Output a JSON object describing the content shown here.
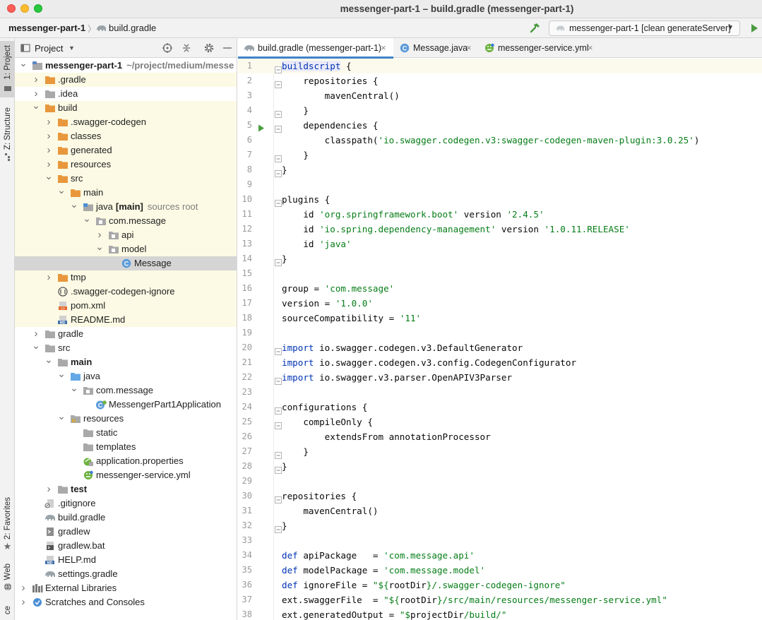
{
  "window": {
    "title": "messenger-part-1 – build.gradle (messenger-part-1)"
  },
  "navbar": {
    "project": "messenger-part-1",
    "separator": "〉",
    "file": "build.gradle",
    "run_config": "messenger-part-1 [clean generateServer]"
  },
  "left_strip": {
    "tabs": [
      "1: Project",
      "Z: Structure",
      "2: Favorites",
      "Web",
      "ce"
    ]
  },
  "project_panel": {
    "title": "Project",
    "tree": [
      {
        "depth": 0,
        "arrow": "down",
        "icon": "module",
        "label": "messenger-part-1",
        "bold": true,
        "suffix": "~/project/medium/messe",
        "excluded": false
      },
      {
        "depth": 1,
        "arrow": "right",
        "icon": "folder-orange",
        "label": ".gradle",
        "excluded": true
      },
      {
        "depth": 1,
        "arrow": "right",
        "icon": "folder-grey",
        "label": ".idea",
        "excluded": false
      },
      {
        "depth": 1,
        "arrow": "down",
        "icon": "folder-orange",
        "label": "build",
        "excluded": true
      },
      {
        "depth": 2,
        "arrow": "right",
        "icon": "folder-orange",
        "label": ".swagger-codegen",
        "excluded": true
      },
      {
        "depth": 2,
        "arrow": "right",
        "icon": "folder-orange",
        "label": "classes",
        "excluded": true
      },
      {
        "depth": 2,
        "arrow": "right",
        "icon": "folder-orange",
        "label": "generated",
        "excluded": true
      },
      {
        "depth": 2,
        "arrow": "right",
        "icon": "folder-orange",
        "label": "resources",
        "excluded": true
      },
      {
        "depth": 2,
        "arrow": "down",
        "icon": "folder-orange",
        "label": "src",
        "excluded": true
      },
      {
        "depth": 3,
        "arrow": "down",
        "icon": "folder-orange",
        "label": "main",
        "excluded": true
      },
      {
        "depth": 4,
        "arrow": "down",
        "icon": "folder-source",
        "label": "java",
        "inline_bold": "[main]",
        "suffix": "sources root",
        "excluded": true
      },
      {
        "depth": 5,
        "arrow": "down",
        "icon": "package",
        "label": "com.message",
        "excluded": true
      },
      {
        "depth": 6,
        "arrow": "right",
        "icon": "package",
        "label": "api",
        "excluded": true
      },
      {
        "depth": 6,
        "arrow": "down",
        "icon": "package",
        "label": "model",
        "excluded": true
      },
      {
        "depth": 7,
        "arrow": "none",
        "icon": "class",
        "label": "Message",
        "selected": true
      },
      {
        "depth": 2,
        "arrow": "right",
        "icon": "folder-orange",
        "label": "tmp",
        "excluded": true
      },
      {
        "depth": 2,
        "arrow": "none",
        "icon": "ignore-file",
        "label": ".swagger-codegen-ignore",
        "excluded": true
      },
      {
        "depth": 2,
        "arrow": "none",
        "icon": "xml-file",
        "label": "pom.xml",
        "excluded": true
      },
      {
        "depth": 2,
        "arrow": "none",
        "icon": "md-file",
        "label": "README.md",
        "excluded": true
      },
      {
        "depth": 1,
        "arrow": "right",
        "icon": "folder-grey",
        "label": "gradle",
        "excluded": false
      },
      {
        "depth": 1,
        "arrow": "down",
        "icon": "folder-grey",
        "label": "src",
        "excluded": false
      },
      {
        "depth": 2,
        "arrow": "down",
        "icon": "folder-grey",
        "label": "main",
        "bold": true,
        "excluded": false
      },
      {
        "depth": 3,
        "arrow": "down",
        "icon": "folder-blue",
        "label": "java",
        "excluded": false
      },
      {
        "depth": 4,
        "arrow": "down",
        "icon": "package",
        "label": "com.message",
        "excluded": false
      },
      {
        "depth": 5,
        "arrow": "none",
        "icon": "spring-class",
        "label": "MessengerPart1Application",
        "excluded": false
      },
      {
        "depth": 3,
        "arrow": "down",
        "icon": "folder-resources",
        "label": "resources",
        "excluded": false
      },
      {
        "depth": 4,
        "arrow": "none",
        "icon": "folder-grey",
        "label": "static",
        "excluded": false
      },
      {
        "depth": 4,
        "arrow": "none",
        "icon": "folder-grey",
        "label": "templates",
        "excluded": false
      },
      {
        "depth": 4,
        "arrow": "none",
        "icon": "spring-props",
        "label": "application.properties",
        "excluded": false
      },
      {
        "depth": 4,
        "arrow": "none",
        "icon": "swagger-yml",
        "label": "messenger-service.yml",
        "excluded": false
      },
      {
        "depth": 2,
        "arrow": "right",
        "icon": "folder-grey",
        "label": "test",
        "bold": true,
        "excluded": false
      },
      {
        "depth": 1,
        "arrow": "none",
        "icon": "gitignore-file",
        "label": ".gitignore",
        "excluded": false
      },
      {
        "depth": 1,
        "arrow": "none",
        "icon": "gradle-file",
        "label": "build.gradle",
        "excluded": false
      },
      {
        "depth": 1,
        "arrow": "none",
        "icon": "shell-file",
        "label": "gradlew",
        "excluded": false
      },
      {
        "depth": 1,
        "arrow": "none",
        "icon": "bat-file",
        "label": "gradlew.bat",
        "excluded": false
      },
      {
        "depth": 1,
        "arrow": "none",
        "icon": "md-file",
        "label": "HELP.md",
        "excluded": false
      },
      {
        "depth": 1,
        "arrow": "none",
        "icon": "gradle-file",
        "label": "settings.gradle",
        "excluded": false
      },
      {
        "depth": 0,
        "arrow": "right",
        "icon": "libraries",
        "label": "External Libraries",
        "excluded": false
      },
      {
        "depth": 0,
        "arrow": "right",
        "icon": "scratches",
        "label": "Scratches and Consoles",
        "excluded": false
      }
    ]
  },
  "editor": {
    "tabs": [
      {
        "label": "build.gradle (messenger-part-1)",
        "icon": "gradle-file",
        "active": true
      },
      {
        "label": "Message.java",
        "icon": "class",
        "active": false
      },
      {
        "label": "messenger-service.yml",
        "icon": "swagger-yml",
        "active": false
      }
    ],
    "close_glyph": "×",
    "lines": [
      [
        {
          "t": "kw",
          "v": "buildscript"
        },
        {
          "t": "",
          "v": " {"
        }
      ],
      [
        {
          "t": "",
          "v": "    repositories {"
        }
      ],
      [
        {
          "t": "",
          "v": "        mavenCentral()"
        }
      ],
      [
        {
          "t": "",
          "v": "    }"
        }
      ],
      [
        {
          "t": "",
          "v": "    dependencies {"
        }
      ],
      [
        {
          "t": "",
          "v": "        classpath("
        },
        {
          "t": "str",
          "v": "'io.swagger.codegen.v3:swagger-codegen-maven-plugin:3.0.25'"
        },
        {
          "t": "",
          "v": ")"
        }
      ],
      [
        {
          "t": "",
          "v": "    }"
        }
      ],
      [
        {
          "t": "",
          "v": "}"
        }
      ],
      [],
      [
        {
          "t": "",
          "v": "plugins {"
        }
      ],
      [
        {
          "t": "",
          "v": "    id "
        },
        {
          "t": "str",
          "v": "'org.springframework.boot'"
        },
        {
          "t": "",
          "v": " version "
        },
        {
          "t": "str",
          "v": "'2.4.5'"
        }
      ],
      [
        {
          "t": "",
          "v": "    id "
        },
        {
          "t": "str",
          "v": "'io.spring.dependency-management'"
        },
        {
          "t": "",
          "v": " version "
        },
        {
          "t": "str",
          "v": "'1.0.11.RELEASE'"
        }
      ],
      [
        {
          "t": "",
          "v": "    id "
        },
        {
          "t": "str",
          "v": "'java'"
        }
      ],
      [
        {
          "t": "",
          "v": "}"
        }
      ],
      [],
      [
        {
          "t": "",
          "v": "group = "
        },
        {
          "t": "str",
          "v": "'com.message'"
        }
      ],
      [
        {
          "t": "",
          "v": "version = "
        },
        {
          "t": "str",
          "v": "'1.0.0'"
        }
      ],
      [
        {
          "t": "",
          "v": "sourceCompatibility = "
        },
        {
          "t": "str",
          "v": "'11'"
        }
      ],
      [],
      [
        {
          "t": "kw",
          "v": "import"
        },
        {
          "t": "",
          "v": " io.swagger.codegen.v3.DefaultGenerator"
        }
      ],
      [
        {
          "t": "kw",
          "v": "import"
        },
        {
          "t": "",
          "v": " io.swagger.codegen.v3.config.CodegenConfigurator"
        }
      ],
      [
        {
          "t": "kw",
          "v": "import"
        },
        {
          "t": "",
          "v": " io.swagger.v3.parser.OpenAPIV3Parser"
        }
      ],
      [],
      [
        {
          "t": "",
          "v": "configurations {"
        }
      ],
      [
        {
          "t": "",
          "v": "    compileOnly {"
        }
      ],
      [
        {
          "t": "",
          "v": "        extendsFrom annotationProcessor"
        }
      ],
      [
        {
          "t": "",
          "v": "    }"
        }
      ],
      [
        {
          "t": "",
          "v": "}"
        }
      ],
      [],
      [
        {
          "t": "",
          "v": "repositories {"
        }
      ],
      [
        {
          "t": "",
          "v": "    mavenCentral()"
        }
      ],
      [
        {
          "t": "",
          "v": "}"
        }
      ],
      [],
      [
        {
          "t": "kw",
          "v": "def"
        },
        {
          "t": "",
          "v": " apiPackage   = "
        },
        {
          "t": "str",
          "v": "'com.message.api'"
        }
      ],
      [
        {
          "t": "kw",
          "v": "def"
        },
        {
          "t": "",
          "v": " modelPackage = "
        },
        {
          "t": "str",
          "v": "'com.message.model'"
        }
      ],
      [
        {
          "t": "kw",
          "v": "def"
        },
        {
          "t": "",
          "v": " ignoreFile = "
        },
        {
          "t": "str",
          "v": "\"${"
        },
        {
          "t": "",
          "v": "rootDir"
        },
        {
          "t": "str",
          "v": "}/.swagger-codegen-ignore\""
        }
      ],
      [
        {
          "t": "",
          "v": "ext.swaggerFile  = "
        },
        {
          "t": "str",
          "v": "\"${"
        },
        {
          "t": "",
          "v": "rootDir"
        },
        {
          "t": "str",
          "v": "}/src/main/resources/messenger-service.yml\""
        }
      ],
      [
        {
          "t": "",
          "v": "ext.generatedOutput = "
        },
        {
          "t": "str",
          "v": "\"$"
        },
        {
          "t": "",
          "v": "projectDir"
        },
        {
          "t": "str",
          "v": "/build/\""
        }
      ]
    ],
    "fold_lines": [
      1,
      2,
      4,
      5,
      7,
      8,
      10,
      14,
      20,
      22,
      24,
      25,
      27,
      28,
      30,
      32
    ],
    "run_gutter_line": 5,
    "caret_line": 1
  },
  "colors": {
    "keyword": "#0033b3",
    "string": "#067d17",
    "excluded_bg": "#fcfae4",
    "selected_bg": "#d5d5d5",
    "tab_active_border": "#4083c9"
  }
}
